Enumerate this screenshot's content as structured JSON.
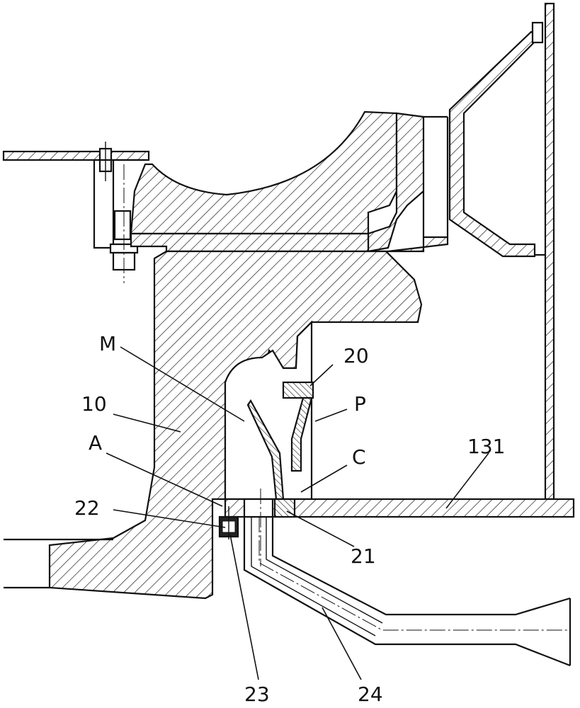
{
  "labels": {
    "m": "M",
    "part_10": "10",
    "a": "A",
    "part_22": "22",
    "part_20": "20",
    "p": "P",
    "c": "C",
    "part_131": "131",
    "part_21": "21",
    "part_23": "23",
    "part_24": "24"
  },
  "colors": {
    "line": "#111111",
    "background": "#ffffff"
  }
}
